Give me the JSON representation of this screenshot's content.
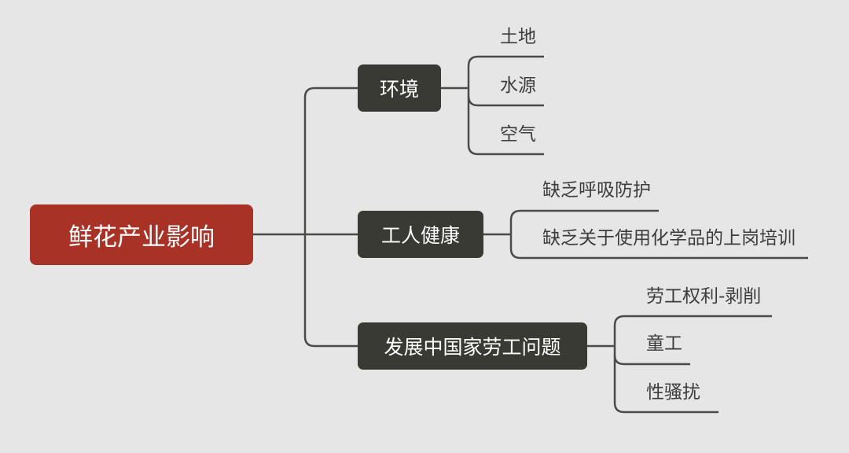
{
  "root": {
    "label": "鲜花产业影响"
  },
  "branches": [
    {
      "label": "环境",
      "children": [
        "土地",
        "水源",
        "空气"
      ]
    },
    {
      "label": "工人健康",
      "children": [
        "缺乏呼吸防护",
        "缺乏关于使用化学品的上岗培训"
      ]
    },
    {
      "label": "发展中国家劳工问题",
      "children": [
        "劳工权利-剥削",
        "童工",
        "性骚扰"
      ]
    }
  ],
  "colors": {
    "background": "#e6e6e6",
    "root_fill": "#a83226",
    "branch_fill": "#3a3a35",
    "connector": "#4a4a48",
    "leaf_text": "#3c3c3c",
    "node_text": "#ffffff"
  }
}
